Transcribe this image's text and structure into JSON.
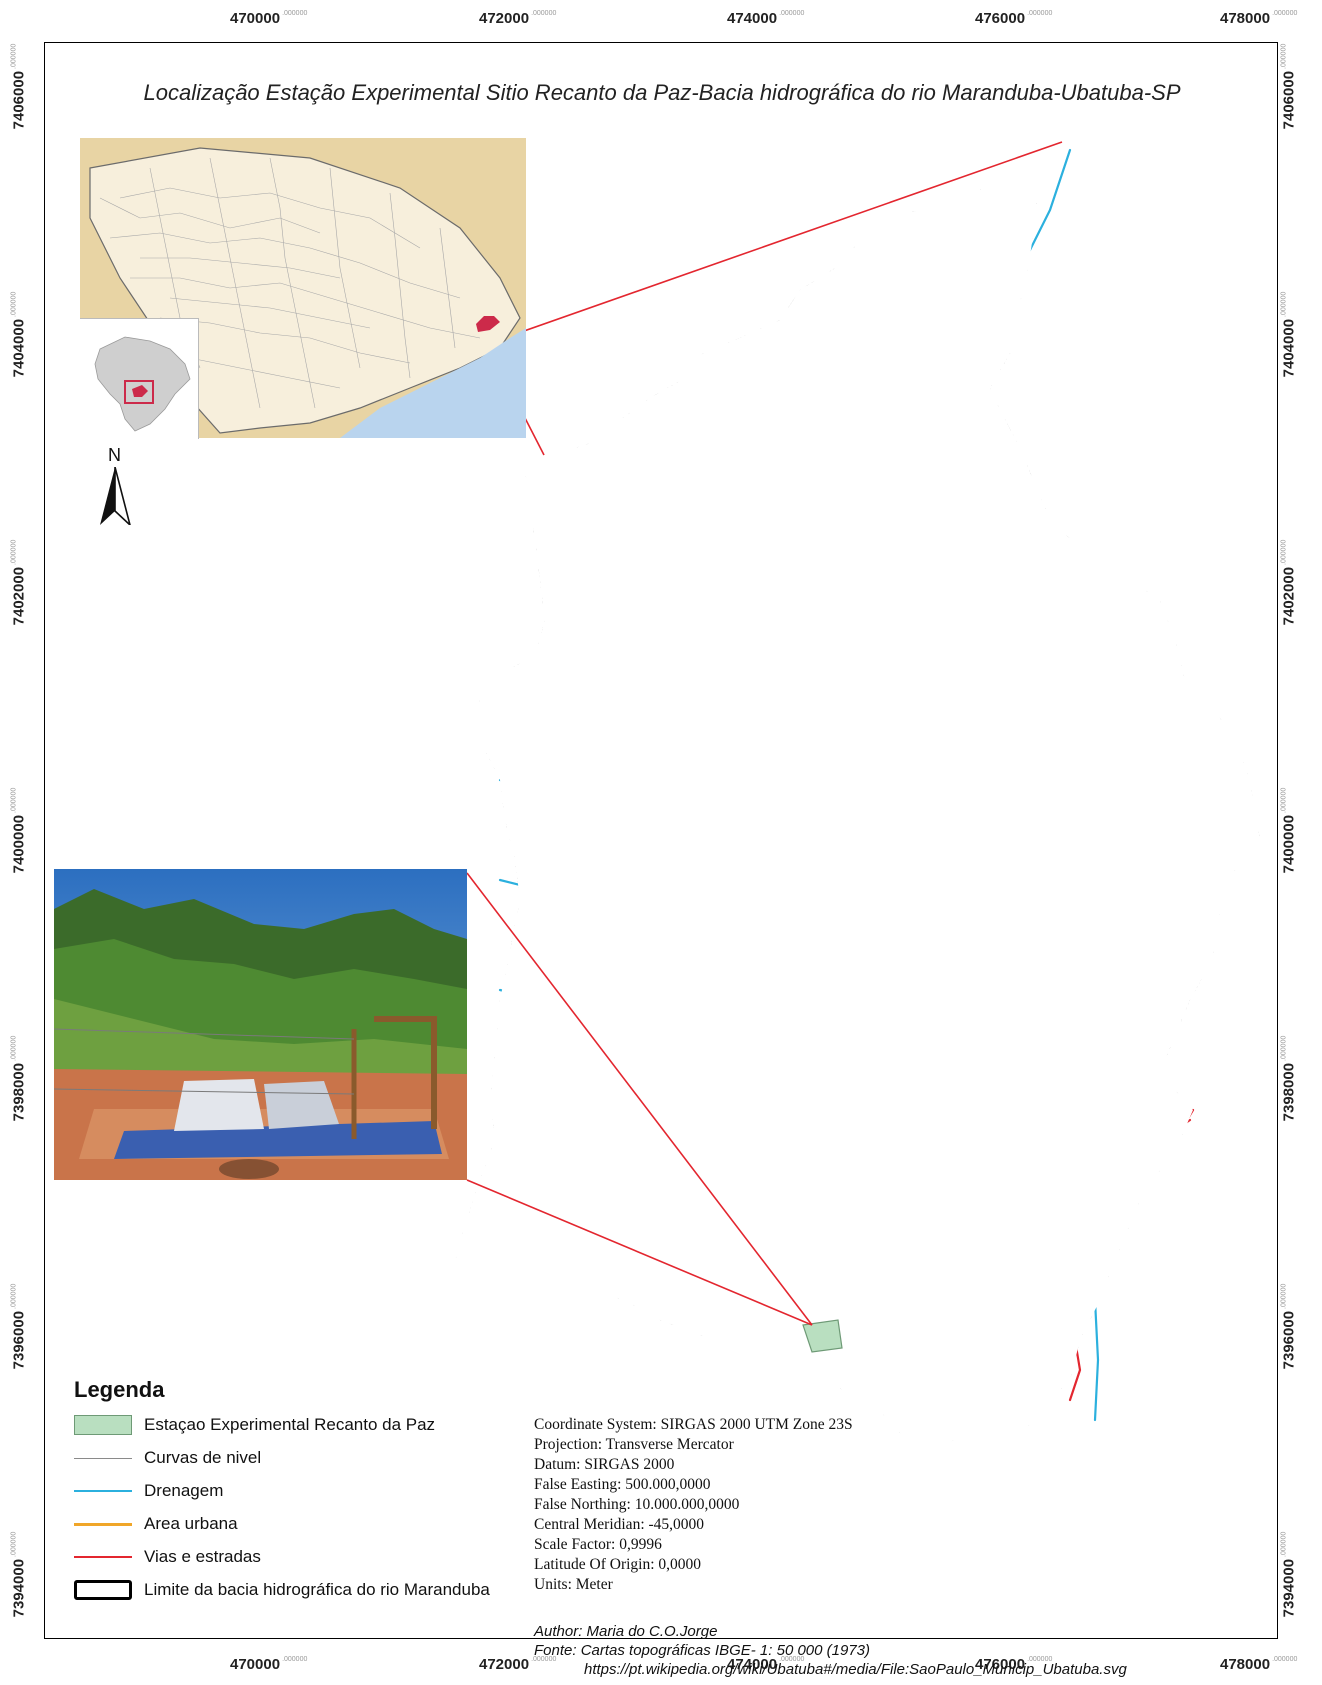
{
  "map": {
    "title": "Localização Estação Experimental Sitio Recanto da Paz-Bacia hidrográfica do rio Maranduba-Ubatuba-SP",
    "easting_ticks": [
      {
        "main": "470000",
        "suffix": ".000000"
      },
      {
        "main": "472000",
        "suffix": ".000000"
      },
      {
        "main": "474000",
        "suffix": ".000000"
      },
      {
        "main": "476000",
        "suffix": ".000000"
      },
      {
        "main": "478000",
        "suffix": ".000000"
      }
    ],
    "northing_ticks": [
      {
        "main": "7406000",
        "suffix": ".000000"
      },
      {
        "main": "7404000",
        "suffix": ".000000"
      },
      {
        "main": "7402000",
        "suffix": ".000000"
      },
      {
        "main": "7400000",
        "suffix": ".000000"
      },
      {
        "main": "7398000",
        "suffix": ".000000"
      },
      {
        "main": "7396000",
        "suffix": ".000000"
      },
      {
        "main": "7394000",
        "suffix": ".000000"
      }
    ],
    "north_label": "N",
    "colors": {
      "contour": "#8a8a8a",
      "drainage": "#2bb0de",
      "urban": "#f0a629",
      "roads": "#e3262f",
      "station": "#b9dfc0",
      "boundary": "#000000",
      "state_land": "#f1e2c0",
      "ocean": "#b9d4ee",
      "highlight": "#cc2a4a"
    }
  },
  "legend": {
    "title": "Legenda",
    "items": [
      {
        "label": "Estaçao Experimental Recanto da Paz",
        "symbol": "station-patch"
      },
      {
        "label": "Curvas de nivel",
        "symbol": "contour-line"
      },
      {
        "label": "Drenagem",
        "symbol": "drainage-line"
      },
      {
        "label": "Area urbana",
        "symbol": "urban-line"
      },
      {
        "label": "Vias e estradas",
        "symbol": "road-line"
      },
      {
        "label": "Limite da bacia hidrográfica do rio Maranduba",
        "symbol": "boundary-box"
      }
    ]
  },
  "metadata": {
    "lines": [
      "Coordinate System: SIRGAS 2000 UTM Zone 23S",
      "Projection: Transverse Mercator",
      "Datum: SIRGAS 2000",
      "False Easting: 500.000,0000",
      "False Northing: 10.000.000,0000",
      "Central Meridian: -45,0000",
      "Scale Factor: 0,9996",
      "Latitude Of Origin: 0,0000",
      "Units: Meter"
    ]
  },
  "credits": {
    "author": "Author: Maria do C.O.Jorge",
    "source": "Fonte: Cartas topográficas IBGE- 1: 50 000 (1973)",
    "url": "https://pt.wikipedia.org/wiki/Ubatuba#/media/File:SaoPaulo_Municip_Ubatuba.svg"
  }
}
